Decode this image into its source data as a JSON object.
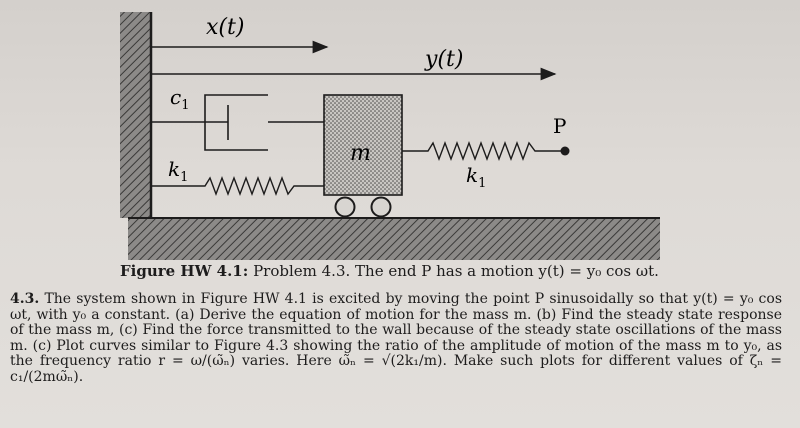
{
  "figure": {
    "labels": {
      "x_t": "x(t)",
      "y_t": "y(t)",
      "c1": "c",
      "c1_sub": "1",
      "k1_left": "k",
      "k1_left_sub": "1",
      "mass": "m",
      "k1_right": "k",
      "k1_right_sub": "1",
      "point": "P"
    }
  },
  "caption": {
    "label": "Figure HW 4.1:",
    "text": "Problem 4.3. The end P has a motion y(t) = y₀ cos ωt."
  },
  "problem": {
    "number": "4.3.",
    "body": "The system shown in Figure HW 4.1 is excited by moving the point P sinusoidally so that y(t) = y₀ cos ωt, with y₀ a constant. (a) Derive the equation of motion for the mass m. (b) Find the steady state response of the mass m, (c) Find the force transmitted to the wall because of the steady state oscillations of the mass m. (c) Plot curves similar to Figure 4.3 showing the ratio of the amplitude of motion of the mass m to y₀, as the frequency ratio r = ω/(ω̃ₙ) varies. Here ω̃ₙ = √(2k₁/m). Make such plots for different values of ζₙ = c₁/(2mω̃ₙ)."
  }
}
